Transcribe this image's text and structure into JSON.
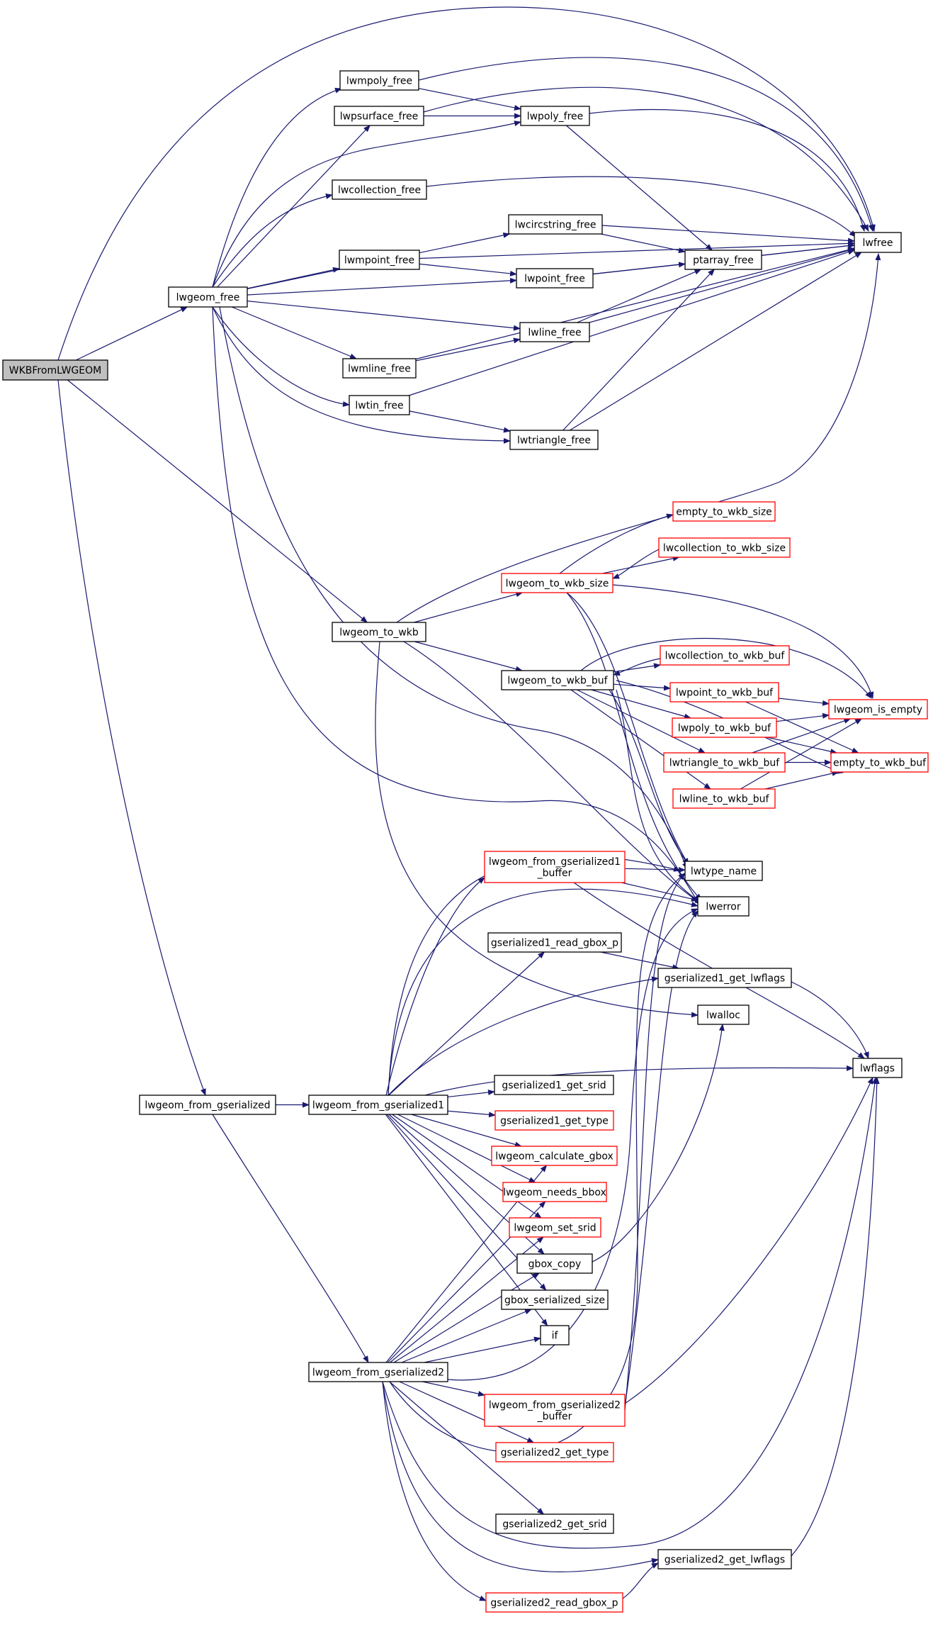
{
  "graph": {
    "nodes": [
      {
        "id": "WKBFromLWGEOM",
        "label": "WKBFromLWGEOM",
        "style": "root"
      },
      {
        "id": "lwgeom_free",
        "label": "lwgeom_free",
        "style": "normal"
      },
      {
        "id": "lwmpoly_free",
        "label": "lwmpoly_free",
        "style": "normal"
      },
      {
        "id": "lwpsurface_free",
        "label": "lwpsurface_free",
        "style": "normal"
      },
      {
        "id": "lwpoly_free",
        "label": "lwpoly_free",
        "style": "normal"
      },
      {
        "id": "lwcollection_free",
        "label": "lwcollection_free",
        "style": "normal"
      },
      {
        "id": "lwcircstring_free",
        "label": "lwcircstring_free",
        "style": "normal"
      },
      {
        "id": "lwfree",
        "label": "lwfree",
        "style": "normal"
      },
      {
        "id": "lwmpoint_free",
        "label": "lwmpoint_free",
        "style": "normal"
      },
      {
        "id": "ptarray_free",
        "label": "ptarray_free",
        "style": "normal"
      },
      {
        "id": "lwpoint_free",
        "label": "lwpoint_free",
        "style": "normal"
      },
      {
        "id": "lwline_free",
        "label": "lwline_free",
        "style": "normal"
      },
      {
        "id": "lwmline_free",
        "label": "lwmline_free",
        "style": "normal"
      },
      {
        "id": "lwtin_free",
        "label": "lwtin_free",
        "style": "normal"
      },
      {
        "id": "lwtriangle_free",
        "label": "lwtriangle_free",
        "style": "normal"
      },
      {
        "id": "empty_to_wkb_size",
        "label": "empty_to_wkb_size",
        "style": "red"
      },
      {
        "id": "lwcollection_to_wkb_size",
        "label": "lwcollection_to_wkb_size",
        "style": "red"
      },
      {
        "id": "lwgeom_to_wkb_size",
        "label": "lwgeom_to_wkb_size",
        "style": "red"
      },
      {
        "id": "lwgeom_to_wkb",
        "label": "lwgeom_to_wkb",
        "style": "normal"
      },
      {
        "id": "lwcollection_to_wkb_buf",
        "label": "lwcollection_to_wkb_buf",
        "style": "red"
      },
      {
        "id": "lwgeom_to_wkb_buf",
        "label": "lwgeom_to_wkb_buf",
        "style": "normal"
      },
      {
        "id": "lwpoint_to_wkb_buf",
        "label": "lwpoint_to_wkb_buf",
        "style": "red"
      },
      {
        "id": "lwgeom_is_empty",
        "label": "lwgeom_is_empty",
        "style": "red"
      },
      {
        "id": "lwpoly_to_wkb_buf",
        "label": "lwpoly_to_wkb_buf",
        "style": "red"
      },
      {
        "id": "lwtriangle_to_wkb_buf",
        "label": "lwtriangle_to_wkb_buf",
        "style": "red"
      },
      {
        "id": "empty_to_wkb_buf",
        "label": "empty_to_wkb_buf",
        "style": "red"
      },
      {
        "id": "lwline_to_wkb_buf",
        "label": "lwline_to_wkb_buf",
        "style": "red"
      },
      {
        "id": "lwgeom_from_gserialized1_buffer",
        "label": "lwgeom_from_gserialized1\n_buffer",
        "style": "red"
      },
      {
        "id": "lwtype_name",
        "label": "lwtype_name",
        "style": "normal"
      },
      {
        "id": "lwerror",
        "label": "lwerror",
        "style": "normal"
      },
      {
        "id": "gserialized1_read_gbox_p",
        "label": "gserialized1_read_gbox_p",
        "style": "normal"
      },
      {
        "id": "gserialized1_get_lwflags",
        "label": "gserialized1_get_lwflags",
        "style": "normal"
      },
      {
        "id": "lwalloc",
        "label": "lwalloc",
        "style": "normal"
      },
      {
        "id": "lwflags",
        "label": "lwflags",
        "style": "normal"
      },
      {
        "id": "lwgeom_from_gserialized",
        "label": "lwgeom_from_gserialized",
        "style": "normal"
      },
      {
        "id": "lwgeom_from_gserialized1",
        "label": "lwgeom_from_gserialized1",
        "style": "normal"
      },
      {
        "id": "gserialized1_get_srid",
        "label": "gserialized1_get_srid",
        "style": "normal"
      },
      {
        "id": "gserialized1_get_type",
        "label": "gserialized1_get_type",
        "style": "red"
      },
      {
        "id": "lwgeom_calculate_gbox",
        "label": "lwgeom_calculate_gbox",
        "style": "red"
      },
      {
        "id": "lwgeom_needs_bbox",
        "label": "lwgeom_needs_bbox",
        "style": "red"
      },
      {
        "id": "lwgeom_set_srid",
        "label": "lwgeom_set_srid",
        "style": "red"
      },
      {
        "id": "gbox_copy",
        "label": "gbox_copy",
        "style": "normal"
      },
      {
        "id": "gbox_serialized_size",
        "label": "gbox_serialized_size",
        "style": "normal"
      },
      {
        "id": "if",
        "label": "if",
        "style": "normal"
      },
      {
        "id": "lwgeom_from_gserialized2",
        "label": "lwgeom_from_gserialized2",
        "style": "normal"
      },
      {
        "id": "lwgeom_from_gserialized2_buffer",
        "label": "lwgeom_from_gserialized2\n_buffer",
        "style": "red"
      },
      {
        "id": "gserialized2_get_type",
        "label": "gserialized2_get_type",
        "style": "red"
      },
      {
        "id": "gserialized2_get_srid",
        "label": "gserialized2_get_srid",
        "style": "normal"
      },
      {
        "id": "gserialized2_get_lwflags",
        "label": "gserialized2_get_lwflags",
        "style": "normal"
      },
      {
        "id": "gserialized2_read_gbox_p",
        "label": "gserialized2_read_gbox_p",
        "style": "red"
      }
    ],
    "edges": [
      [
        "WKBFromLWGEOM",
        "lwgeom_free"
      ],
      [
        "WKBFromLWGEOM",
        "lwfree"
      ],
      [
        "WKBFromLWGEOM",
        "lwgeom_to_wkb"
      ],
      [
        "WKBFromLWGEOM",
        "lwgeom_from_gserialized"
      ],
      [
        "lwgeom_free",
        "lwmpoly_free"
      ],
      [
        "lwgeom_free",
        "lwpsurface_free"
      ],
      [
        "lwgeom_free",
        "lwpoly_free"
      ],
      [
        "lwgeom_free",
        "lwcollection_free"
      ],
      [
        "lwgeom_free",
        "lwcircstring_free"
      ],
      [
        "lwgeom_free",
        "lwmpoint_free"
      ],
      [
        "lwgeom_free",
        "lwpoint_free"
      ],
      [
        "lwgeom_free",
        "lwline_free"
      ],
      [
        "lwgeom_free",
        "lwmline_free"
      ],
      [
        "lwgeom_free",
        "lwtin_free"
      ],
      [
        "lwgeom_free",
        "lwtriangle_free"
      ],
      [
        "lwgeom_free",
        "lwtype_name"
      ],
      [
        "lwgeom_free",
        "lwerror"
      ],
      [
        "lwmpoly_free",
        "lwpoly_free"
      ],
      [
        "lwmpoly_free",
        "lwfree"
      ],
      [
        "lwpsurface_free",
        "lwpoly_free"
      ],
      [
        "lwpsurface_free",
        "lwfree"
      ],
      [
        "lwpoly_free",
        "ptarray_free"
      ],
      [
        "lwpoly_free",
        "lwfree"
      ],
      [
        "lwcollection_free",
        "lwfree"
      ],
      [
        "lwcircstring_free",
        "ptarray_free"
      ],
      [
        "lwcircstring_free",
        "lwfree"
      ],
      [
        "lwmpoint_free",
        "lwpoint_free"
      ],
      [
        "lwmpoint_free",
        "lwfree"
      ],
      [
        "lwpoint_free",
        "ptarray_free"
      ],
      [
        "lwpoint_free",
        "lwfree"
      ],
      [
        "ptarray_free",
        "lwfree"
      ],
      [
        "lwline_free",
        "ptarray_free"
      ],
      [
        "lwline_free",
        "lwfree"
      ],
      [
        "lwmline_free",
        "lwline_free"
      ],
      [
        "lwmline_free",
        "lwfree"
      ],
      [
        "lwtin_free",
        "lwtriangle_free"
      ],
      [
        "lwtin_free",
        "lwfree"
      ],
      [
        "lwtriangle_free",
        "ptarray_free"
      ],
      [
        "lwtriangle_free",
        "lwfree"
      ],
      [
        "lwgeom_to_wkb",
        "lwfree"
      ],
      [
        "lwgeom_to_wkb",
        "lwgeom_to_wkb_size"
      ],
      [
        "lwgeom_to_wkb",
        "lwgeom_to_wkb_buf"
      ],
      [
        "lwgeom_to_wkb",
        "lwerror"
      ],
      [
        "lwgeom_to_wkb",
        "lwalloc"
      ],
      [
        "lwgeom_to_wkb_size",
        "empty_to_wkb_size"
      ],
      [
        "lwgeom_to_wkb_size",
        "lwcollection_to_wkb_size"
      ],
      [
        "lwgeom_to_wkb_size",
        "lwgeom_is_empty"
      ],
      [
        "lwgeom_to_wkb_size",
        "lwtype_name"
      ],
      [
        "lwgeom_to_wkb_size",
        "lwerror"
      ],
      [
        "lwcollection_to_wkb_size",
        "lwgeom_to_wkb_size"
      ],
      [
        "lwgeom_to_wkb_buf",
        "lwcollection_to_wkb_buf"
      ],
      [
        "lwgeom_to_wkb_buf",
        "lwpoint_to_wkb_buf"
      ],
      [
        "lwgeom_to_wkb_buf",
        "lwpoly_to_wkb_buf"
      ],
      [
        "lwgeom_to_wkb_buf",
        "lwtriangle_to_wkb_buf"
      ],
      [
        "lwgeom_to_wkb_buf",
        "lwline_to_wkb_buf"
      ],
      [
        "lwgeom_to_wkb_buf",
        "lwgeom_is_empty"
      ],
      [
        "lwgeom_to_wkb_buf",
        "empty_to_wkb_buf"
      ],
      [
        "lwgeom_to_wkb_buf",
        "lwtype_name"
      ],
      [
        "lwgeom_to_wkb_buf",
        "lwerror"
      ],
      [
        "lwcollection_to_wkb_buf",
        "lwgeom_to_wkb_buf"
      ],
      [
        "lwpoint_to_wkb_buf",
        "lwgeom_is_empty"
      ],
      [
        "lwpoint_to_wkb_buf",
        "empty_to_wkb_buf"
      ],
      [
        "lwpoly_to_wkb_buf",
        "lwgeom_is_empty"
      ],
      [
        "lwpoly_to_wkb_buf",
        "empty_to_wkb_buf"
      ],
      [
        "lwtriangle_to_wkb_buf",
        "lwgeom_is_empty"
      ],
      [
        "lwtriangle_to_wkb_buf",
        "empty_to_wkb_buf"
      ],
      [
        "lwline_to_wkb_buf",
        "lwgeom_is_empty"
      ],
      [
        "lwline_to_wkb_buf",
        "empty_to_wkb_buf"
      ],
      [
        "lwgeom_from_gserialized",
        "lwgeom_from_gserialized1"
      ],
      [
        "lwgeom_from_gserialized",
        "lwgeom_from_gserialized2"
      ],
      [
        "lwgeom_from_gserialized1",
        "lwgeom_from_gserialized1_buffer"
      ],
      [
        "lwgeom_from_gserialized1",
        "lwtype_name"
      ],
      [
        "lwgeom_from_gserialized1",
        "lwerror"
      ],
      [
        "lwgeom_from_gserialized1",
        "gserialized1_read_gbox_p"
      ],
      [
        "lwgeom_from_gserialized1",
        "gserialized1_get_lwflags"
      ],
      [
        "lwgeom_from_gserialized1",
        "lwflags"
      ],
      [
        "lwgeom_from_gserialized1",
        "gserialized1_get_srid"
      ],
      [
        "lwgeom_from_gserialized1",
        "gserialized1_get_type"
      ],
      [
        "lwgeom_from_gserialized1",
        "lwgeom_calculate_gbox"
      ],
      [
        "lwgeom_from_gserialized1",
        "lwgeom_needs_bbox"
      ],
      [
        "lwgeom_from_gserialized1",
        "lwgeom_set_srid"
      ],
      [
        "lwgeom_from_gserialized1",
        "gbox_copy"
      ],
      [
        "lwgeom_from_gserialized1",
        "gbox_serialized_size"
      ],
      [
        "lwgeom_from_gserialized1",
        "if"
      ],
      [
        "lwgeom_from_gserialized1_buffer",
        "lwtype_name"
      ],
      [
        "lwgeom_from_gserialized1_buffer",
        "lwerror"
      ],
      [
        "lwgeom_from_gserialized1_buffer",
        "lwflags"
      ],
      [
        "gserialized1_read_gbox_p",
        "gserialized1_get_lwflags"
      ],
      [
        "gserialized1_get_lwflags",
        "lwflags"
      ],
      [
        "gbox_copy",
        "lwalloc"
      ],
      [
        "lwgeom_from_gserialized2",
        "lwgeom_calculate_gbox"
      ],
      [
        "lwgeom_from_gserialized2",
        "lwgeom_needs_bbox"
      ],
      [
        "lwgeom_from_gserialized2",
        "lwgeom_set_srid"
      ],
      [
        "lwgeom_from_gserialized2",
        "gbox_copy"
      ],
      [
        "lwgeom_from_gserialized2",
        "gbox_serialized_size"
      ],
      [
        "lwgeom_from_gserialized2",
        "if"
      ],
      [
        "lwgeom_from_gserialized2",
        "lwerror"
      ],
      [
        "lwgeom_from_gserialized2",
        "lwgeom_from_gserialized2_buffer"
      ],
      [
        "lwgeom_from_gserialized2",
        "gserialized2_get_type"
      ],
      [
        "lwgeom_from_gserialized2",
        "lwtype_name"
      ],
      [
        "lwgeom_from_gserialized2",
        "gserialized2_get_srid"
      ],
      [
        "lwgeom_from_gserialized2",
        "lwflags"
      ],
      [
        "lwgeom_from_gserialized2",
        "gserialized2_get_lwflags"
      ],
      [
        "lwgeom_from_gserialized2",
        "gserialized2_read_gbox_p"
      ],
      [
        "lwgeom_from_gserialized2_buffer",
        "lwtype_name"
      ],
      [
        "lwgeom_from_gserialized2_buffer",
        "lwerror"
      ],
      [
        "lwgeom_from_gserialized2_buffer",
        "lwflags"
      ],
      [
        "gserialized2_read_gbox_p",
        "gserialized2_get_lwflags"
      ],
      [
        "gserialized2_get_lwflags",
        "lwflags"
      ]
    ]
  },
  "colors": {
    "edge": "#191970",
    "normal_border": "#000000",
    "red_border": "#ff0000",
    "root_fill": "#bfbfbf",
    "node_fill": "#ffffff",
    "text": "#000000"
  }
}
